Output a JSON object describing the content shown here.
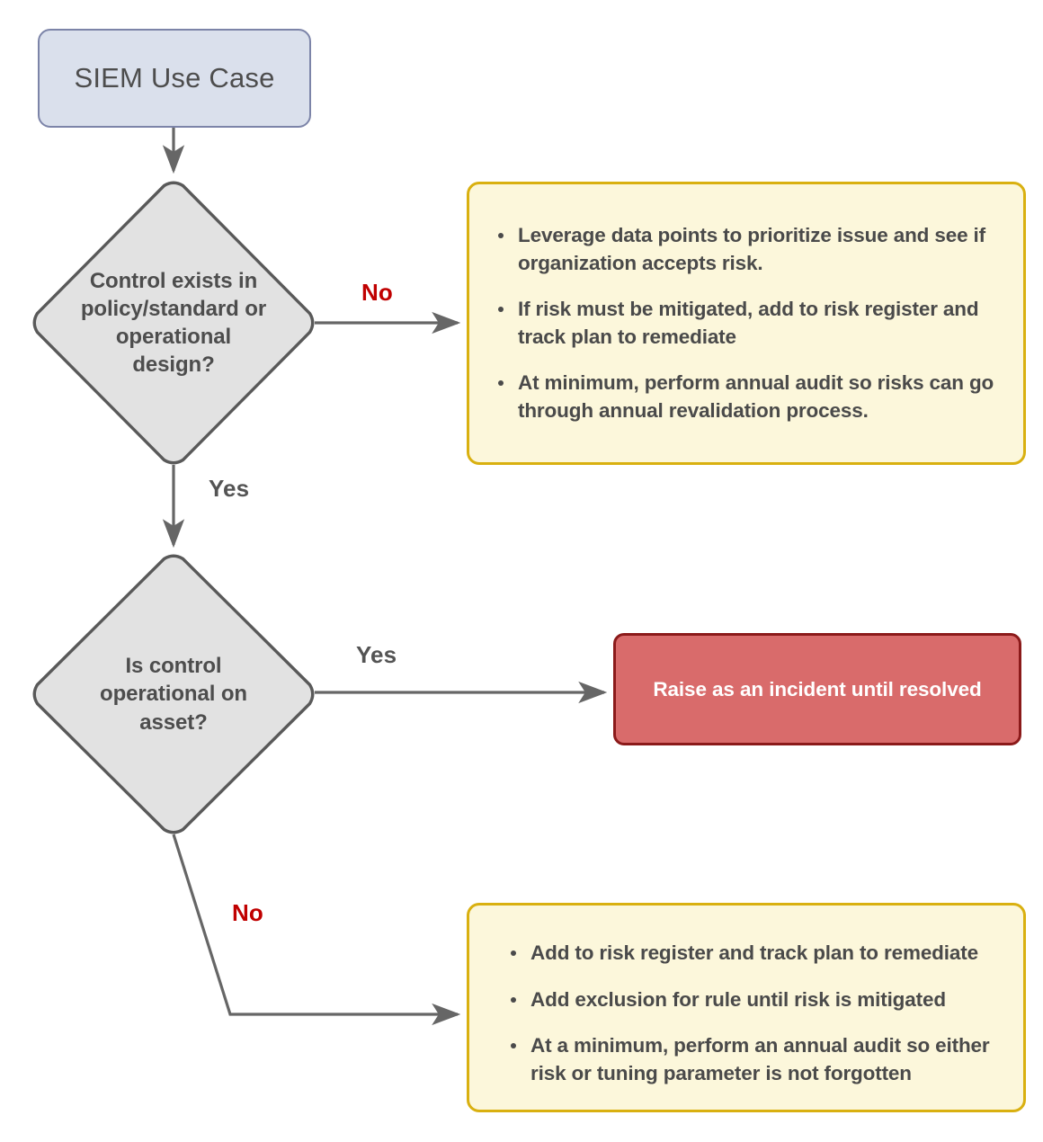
{
  "diagram": {
    "title": "SIEM Use Case decision flow",
    "colors": {
      "start_fill": "#dae0ec",
      "start_border": "#7c84a8",
      "decision_fill": "#e2e2e2",
      "decision_border": "#595959",
      "note_fill": "#fcf7db",
      "note_border": "#d9b010",
      "incident_fill": "#d96b6b",
      "incident_border": "#8b1a1a",
      "edge_stroke": "#666666",
      "label_no": "#c00000",
      "label_yes": "#545454",
      "text": "#4a4a4a"
    }
  },
  "start": {
    "label": "SIEM Use Case"
  },
  "decisions": [
    {
      "id": "control-exists",
      "label": "Control exists in policy/standard or operational design?"
    },
    {
      "id": "control-operational",
      "label": "Is control operational on asset?"
    }
  ],
  "edge_labels": {
    "no_1": "No",
    "yes_1": "Yes",
    "yes_2": "Yes",
    "no_2": "No"
  },
  "notes": [
    {
      "id": "no-control-actions",
      "bullets": [
        "Leverage data points to prioritize issue and see if organization accepts risk.",
        "If risk must be mitigated, add to risk register and track plan to remediate",
        "At minimum, perform annual audit so risks can go through annual revalidation process."
      ]
    },
    {
      "id": "not-operational-actions",
      "bullets": [
        "Add to risk register and track plan to remediate",
        "Add exclusion for rule until risk is mitigated",
        "At a minimum, perform an annual audit so either risk or tuning parameter is not forgotten"
      ]
    }
  ],
  "incident": {
    "label": "Raise as an incident until resolved"
  }
}
